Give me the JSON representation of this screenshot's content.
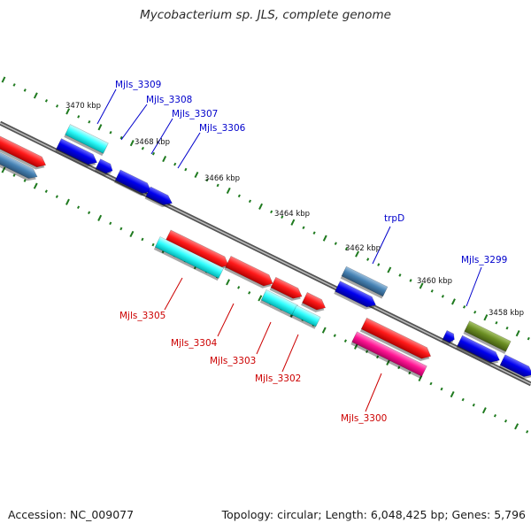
{
  "title": "Mycobacterium sp. JLS, complete genome",
  "footer": {
    "accession": "Accession: NC_009077",
    "topology": "Topology: circular; Length: 6,048,425 bp; Genes: 5,796"
  },
  "colors": {
    "backbone": "#7a7a7a",
    "tick": "#1f7a1f",
    "forward_label": "#0000cc",
    "reverse_label": "#cc0000",
    "cds_forward": "#0000ee",
    "cds_reverse": "#ff1a1a",
    "rna_forward": "#33ffff",
    "cds_steelblue": "#4682b4",
    "olive": "#6b8e23",
    "magenta": "#ff1493"
  },
  "kbp_ticks": [
    "3470 kbp",
    "3468 kbp",
    "3466 kbp",
    "3464 kbp",
    "3462 kbp",
    "3460 kbp",
    "3458 kbp"
  ],
  "gene_labels": {
    "forward": [
      "Mjls_3309",
      "Mjls_3308",
      "Mjls_3307",
      "Mjls_3306",
      "trpD",
      "Mjls_3299"
    ],
    "reverse": [
      "Mjls_3305",
      "Mjls_3304",
      "Mjls_3303",
      "Mjls_3302",
      "Mjls_3300"
    ]
  }
}
